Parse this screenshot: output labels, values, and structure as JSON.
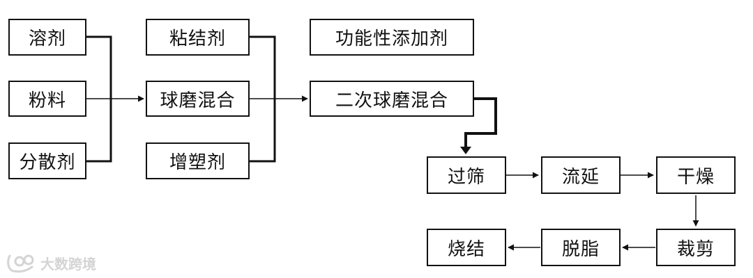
{
  "nodes": {
    "solvent": "溶剂",
    "powder": "粉料",
    "dispersant": "分散剂",
    "binder": "粘结剂",
    "ball_mill_mix": "球磨混合",
    "plasticizer": "增塑剂",
    "functional_additive": "功能性添加剂",
    "secondary_ball_mill_mix": "二次球磨混合",
    "sieving": "过筛",
    "tape_casting": "流延",
    "drying": "干燥",
    "cutting": "裁剪",
    "debinding": "脱脂",
    "sintering": "烧结"
  },
  "watermark": {
    "text": "大数跨境",
    "icon": "logo-mark"
  },
  "colors": {
    "line": "#111111",
    "box_border": "#111111",
    "watermark": "#d4d4d4"
  }
}
